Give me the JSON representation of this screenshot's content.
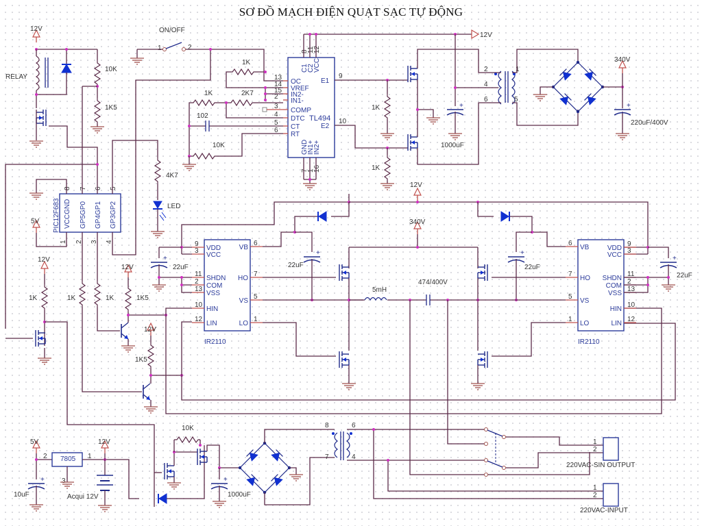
{
  "title": "SƠ ĐỒ MẠCH ĐIỆN QUẠT SẠC TỰ ĐỘNG",
  "colors": {
    "wire": "#5a2a48",
    "wire_red": "#c0504d",
    "symbol": "#1f2a8a",
    "semiconductor_fill": "#1030d0",
    "junction": "#d030c0",
    "grid_dot": "#cfcfd6"
  },
  "power_labels": {
    "v12_relay": "12V",
    "v12_top": "12V",
    "v340_top": "340V",
    "v12_mid": "12V",
    "v340_mid": "340V",
    "v5_pic": "5V",
    "v12_q1": "12V",
    "v12_q2": "12V",
    "v12_q3": "12V",
    "v5_reg": "5V",
    "v12_reg": "12V"
  },
  "relay": {
    "label": "RELAY"
  },
  "switch": {
    "label": "ON/OFF",
    "pin1": "1",
    "pin2": "2"
  },
  "resistors": {
    "r_10k_top": "10K",
    "r_1k5_top": "1K5",
    "r_4k7": "4K7",
    "r_1k_oc": "1K",
    "r_1k_in": "1K",
    "r_2k7": "2K7",
    "r_10k_rt": "10K",
    "r_1k_g1": "1K",
    "r_1k_g2": "1K",
    "r_1k_q": "1K",
    "r_1k_gp5": "1K",
    "r_1k_gp4": "1K",
    "r_1k5_q1": "1K5",
    "r_1k5_q2": "1K5",
    "r_10k_bot": "10K"
  },
  "capacitors": {
    "c_102": "102",
    "c_1000_top": "1000uF",
    "c_220_400": "220uF/400V",
    "c_22_l1": "22uF",
    "c_22_l2": "22uF",
    "c_22_r1": "22uF",
    "c_22_r2": "22uF",
    "c_474": "474/400V",
    "c_10": "10uF",
    "c_1000_bot": "1000uF"
  },
  "inductor": {
    "label": "5mH"
  },
  "led": {
    "label": "LED"
  },
  "tl494": {
    "name": "TL494",
    "left_pins": [
      {
        "num": "13",
        "name": "OC"
      },
      {
        "num": "14",
        "name": "VREF"
      },
      {
        "num": "15",
        "name": "IN2-"
      },
      {
        "num": "2",
        "name": "IN1-"
      },
      {
        "num": "3",
        "name": "COMP"
      },
      {
        "num": "4",
        "name": "DTC"
      },
      {
        "num": "5",
        "name": "CT"
      },
      {
        "num": "6",
        "name": "RT"
      }
    ],
    "top_pins": [
      {
        "num": "8",
        "name": "C1"
      },
      {
        "num": "11",
        "name": "C2"
      },
      {
        "num": "12",
        "name": "VCC"
      }
    ],
    "bottom_pins": [
      {
        "num": "7",
        "name": "GND"
      },
      {
        "num": "1",
        "name": "IN1+"
      },
      {
        "num": "16",
        "name": "IN2+"
      }
    ],
    "right_pins": [
      {
        "num": "9",
        "name": "E1"
      },
      {
        "num": "10",
        "name": "E2"
      }
    ]
  },
  "pic": {
    "name": "PIC12F683",
    "top_pins": [
      {
        "num": "8",
        "name": "VCCGND"
      },
      {
        "num": "7",
        "name": "GP5GP0"
      },
      {
        "num": "6",
        "name": "GP4GP1"
      },
      {
        "num": "5",
        "name": "GP3GP2"
      }
    ],
    "bottom_pins": [
      "1",
      "2",
      "3",
      "4"
    ]
  },
  "ir2110_left": {
    "name": "IR2110",
    "left_pins": [
      {
        "num": "9",
        "name": "VDD"
      },
      {
        "num": "3",
        "name": "VCC"
      },
      {
        "num": "11",
        "name": "SHDN"
      },
      {
        "num": "2",
        "name": "COM"
      },
      {
        "num": "13",
        "name": "VSS"
      },
      {
        "num": "10",
        "name": "HIN"
      },
      {
        "num": "12",
        "name": "LIN"
      }
    ],
    "right_pins": [
      {
        "num": "6",
        "name": "VB"
      },
      {
        "num": "7",
        "name": "HO"
      },
      {
        "num": "5",
        "name": "VS"
      },
      {
        "num": "1",
        "name": "LO"
      }
    ]
  },
  "ir2110_right": {
    "name": "IR2110",
    "left_pins": [
      {
        "num": "6",
        "name": "VB"
      },
      {
        "num": "7",
        "name": "HO"
      },
      {
        "num": "5",
        "name": "VS"
      },
      {
        "num": "1",
        "name": "LO"
      }
    ],
    "right_pins": [
      {
        "num": "9",
        "name": "VDD"
      },
      {
        "num": "3",
        "name": "VCC"
      },
      {
        "num": "11",
        "name": "SHDN"
      },
      {
        "num": "2",
        "name": "COM"
      },
      {
        "num": "13",
        "name": "VSS"
      },
      {
        "num": "10",
        "name": "HIN"
      },
      {
        "num": "12",
        "name": "LIN"
      }
    ]
  },
  "transformer_top": {
    "pins": [
      "2",
      "4",
      "6",
      "1",
      "5"
    ]
  },
  "transformer_bot": {
    "pins": [
      "8",
      "7",
      "6",
      "4"
    ]
  },
  "regulator": {
    "name": "7805",
    "pin_in": "1",
    "pin_out": "2",
    "pin_gnd": "3"
  },
  "battery": {
    "label": "Acqui 12V"
  },
  "connectors": {
    "output": {
      "label": "220VAC-SIN OUTPUT",
      "pins": [
        "1",
        "2"
      ]
    },
    "input": {
      "label": "220VAC-INPUT",
      "pins": [
        "1",
        "2"
      ]
    }
  }
}
